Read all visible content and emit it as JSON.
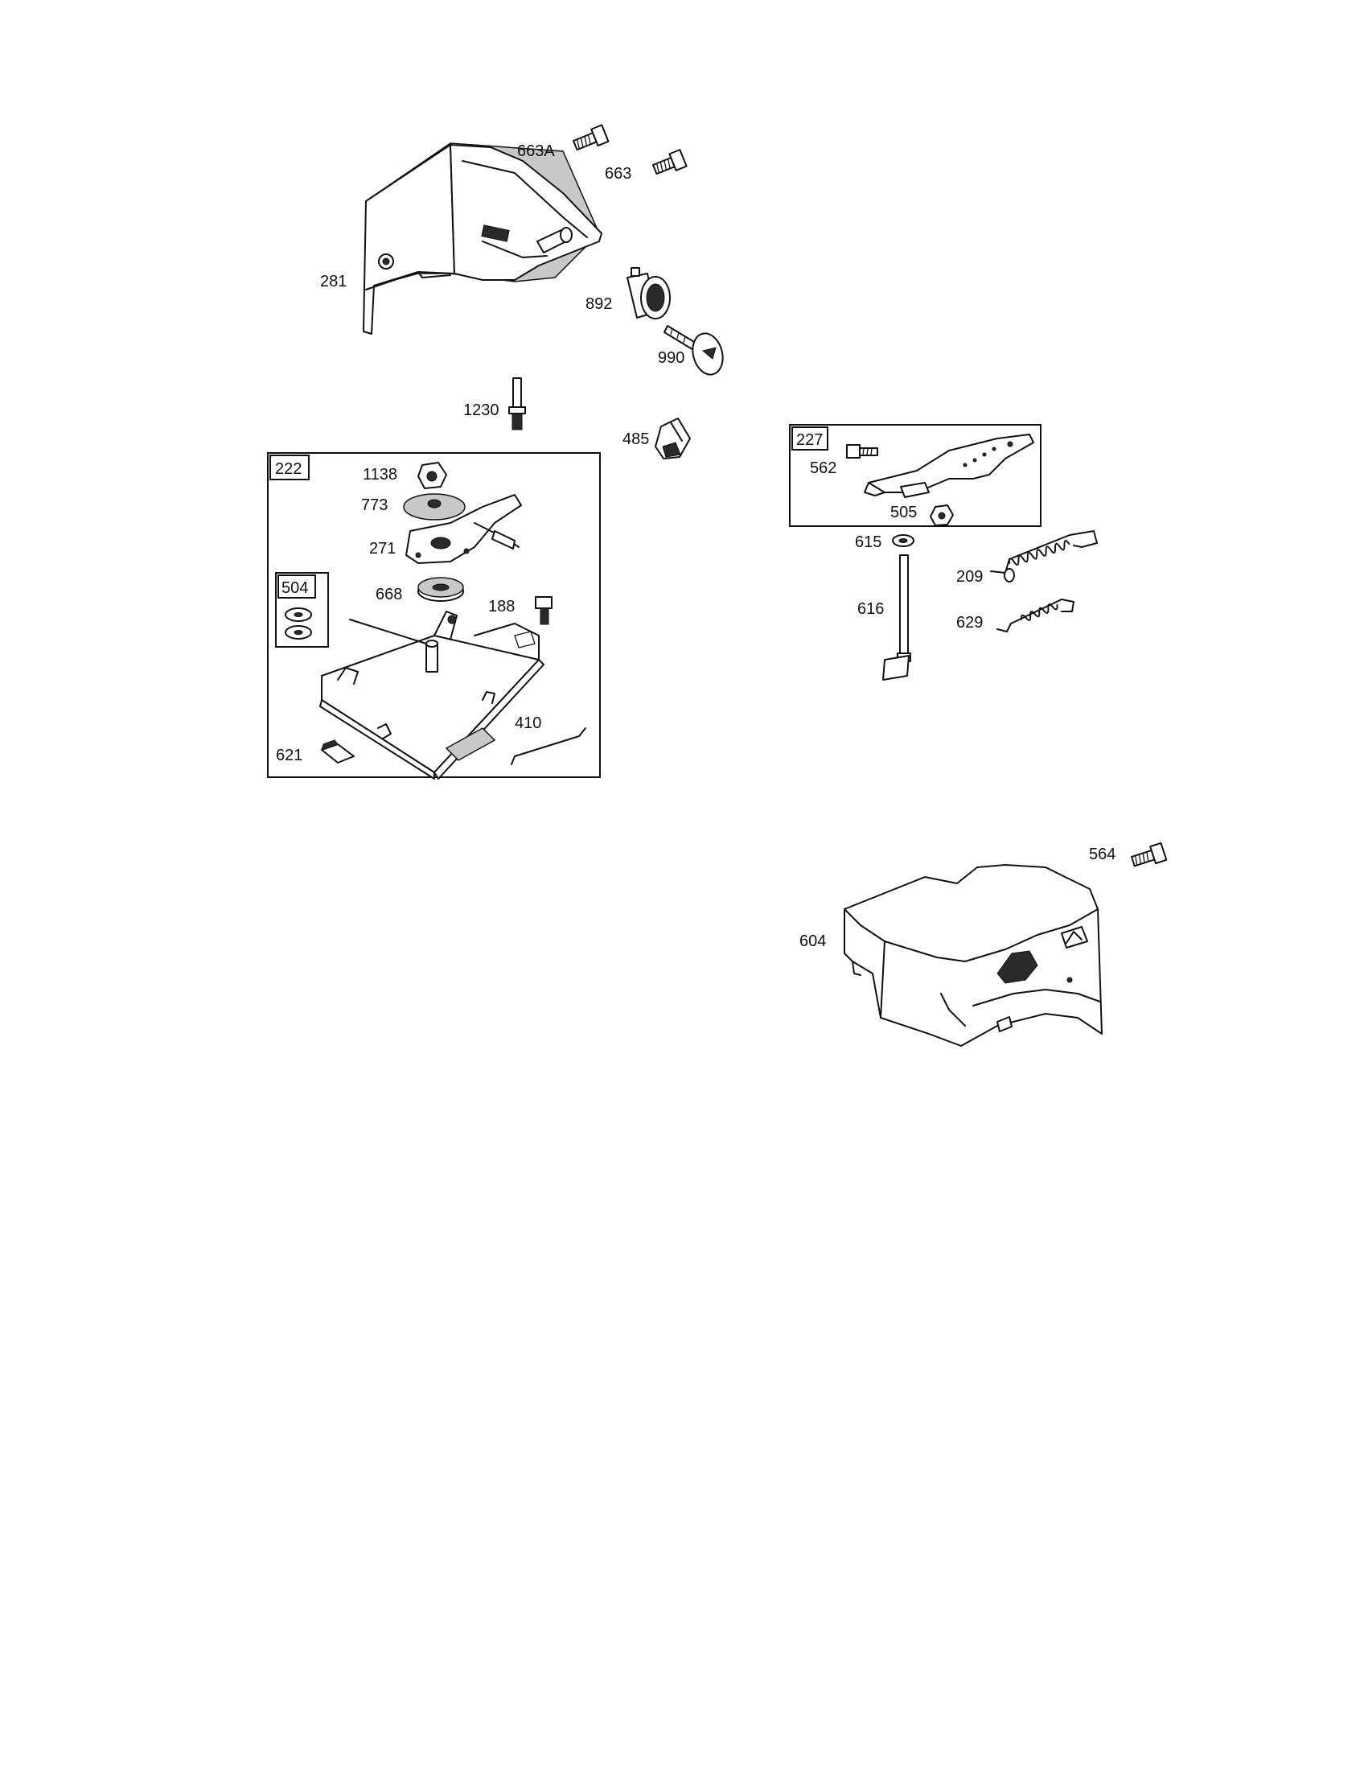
{
  "diagram": {
    "boxes": {
      "b222": "222",
      "b504": "504",
      "b227": "227"
    },
    "labels": {
      "p663A": "663A",
      "p663": "663",
      "p281": "281",
      "p892": "892",
      "p990": "990",
      "p1230": "1230",
      "p485": "485",
      "p1138": "1138",
      "p773": "773",
      "p271": "271",
      "p668": "668",
      "p188": "188",
      "p410": "410",
      "p621": "621",
      "p562": "562",
      "p505": "505",
      "p615": "615",
      "p616": "616",
      "p209": "209",
      "p629": "629",
      "p564": "564",
      "p604": "604"
    }
  }
}
